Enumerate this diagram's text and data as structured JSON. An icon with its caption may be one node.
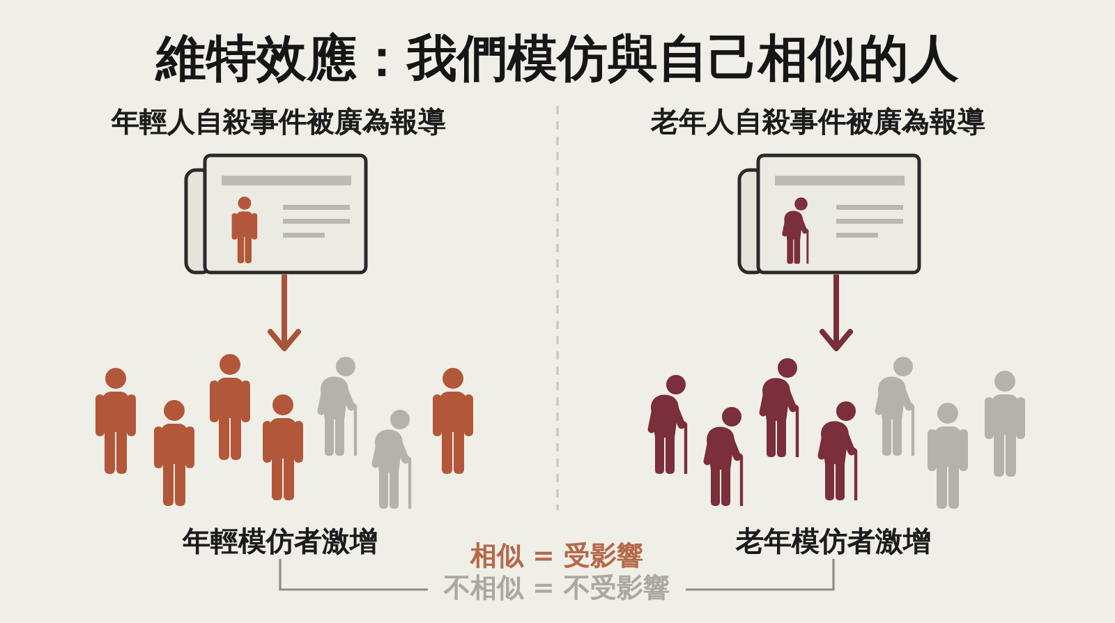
{
  "diagram": {
    "title": "維特效應：我們模仿與自己相似的人",
    "nodes": [
      {
        "text": [
          "年輕人自殺事件被廣為報導"
        ]
      },
      {
        "text": [
          "年輕模仿者激增"
        ]
      },
      {
        "text": [
          "老年人自殺事件被廣為報導"
        ]
      },
      {
        "text": [
          "老年模仿者激增"
        ]
      },
      {
        "text": [
          "相似 = 受影響",
          "不相似 = 不受影響"
        ]
      }
    ],
    "edges": [
      {
        "from": 0,
        "to": 1,
        "arrow": "to",
        "style": "thick",
        "color": "#a9533a"
      },
      {
        "from": 2,
        "to": 3,
        "arrow": "to",
        "style": "thick",
        "color": "#7a2e3a"
      },
      {
        "from": 1,
        "to": 4,
        "arrow": "none"
      },
      {
        "from": 3,
        "to": 4,
        "arrow": "none"
      }
    ]
  }
}
